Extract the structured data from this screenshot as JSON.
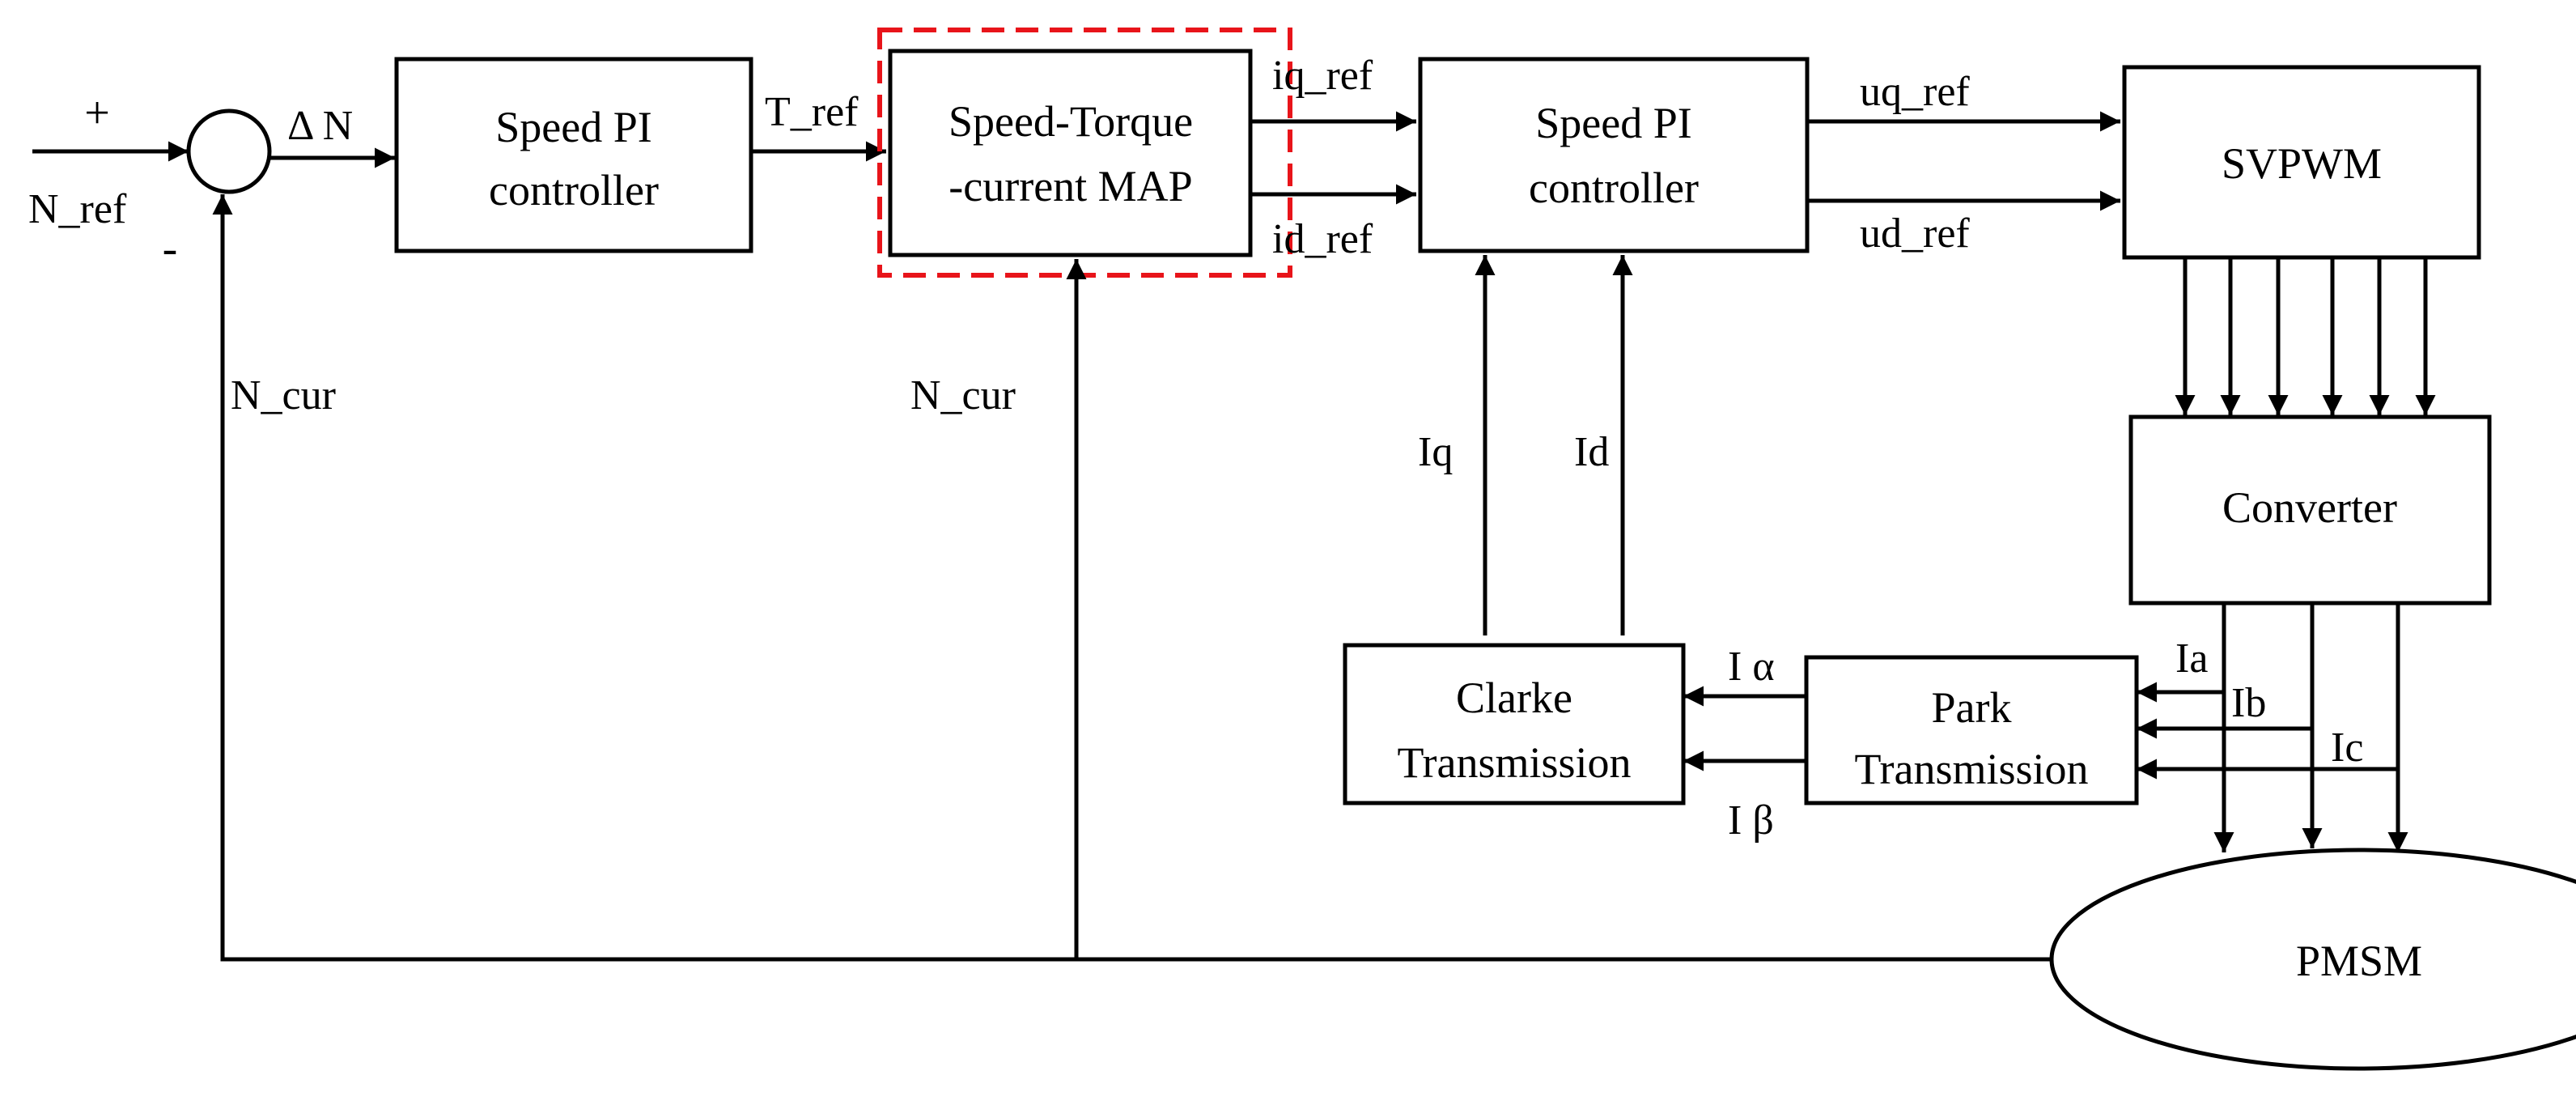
{
  "blocks": {
    "speed_pi_1": [
      "Speed PI",
      "controller"
    ],
    "map": [
      "Speed-Torque",
      "-current MAP"
    ],
    "speed_pi_2": [
      "Speed PI",
      "controller"
    ],
    "svpwm": "SVPWM",
    "converter": "Converter",
    "clarke": [
      "Clarke",
      "Transmission"
    ],
    "park": [
      "Park",
      "Transmission"
    ],
    "pmsm": "PMSM"
  },
  "signals": {
    "n_ref": "N_ref",
    "plus": "+",
    "minus": "-",
    "delta_n": "Δ N",
    "t_ref": "T_ref",
    "iq_ref": "iq_ref",
    "id_ref": "id_ref",
    "uq_ref": "uq_ref",
    "ud_ref": "ud_ref",
    "n_cur_left": "N_cur",
    "n_cur_mid": "N_cur",
    "iq": "Iq",
    "id": "Id",
    "i_alpha": "I α",
    "i_beta": "I β",
    "ia": "Ia",
    "ib": "Ib",
    "ic": "Ic"
  },
  "colors": {
    "line": "#000000",
    "highlight": "#e8141a",
    "background": "#ffffff"
  }
}
